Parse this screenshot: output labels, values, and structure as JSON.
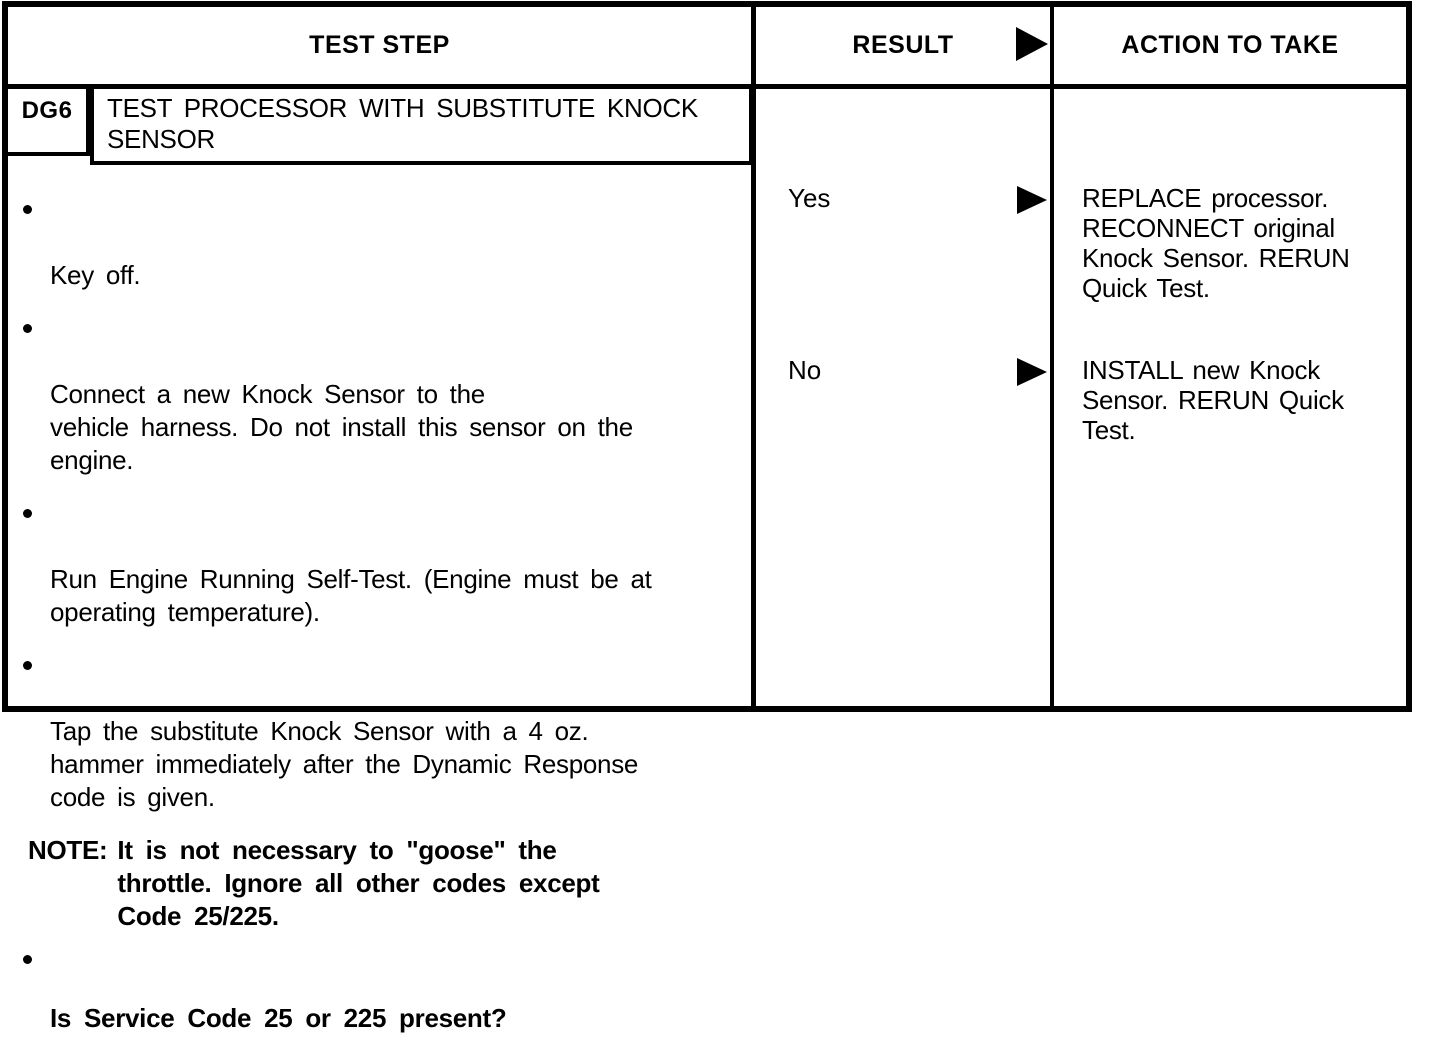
{
  "document": {
    "colors": {
      "ink": "#000000",
      "paper": "#ffffff"
    },
    "headers": {
      "test_step": "TEST STEP",
      "result": "RESULT",
      "action": "ACTION TO TAKE"
    },
    "step": {
      "id": "DG6",
      "title": "TEST PROCESSOR WITH SUBSTITUTE KNOCK\nSENSOR"
    },
    "test_step": {
      "bullets": [
        "Key off.",
        "Connect a new Knock Sensor to the\nvehicle harness. Do not install this sensor on the\nengine.",
        "Run Engine Running Self-Test. (Engine must be at\noperating temperature).",
        "Tap the substitute Knock Sensor with a 4 oz.\nhammer immediately after the Dynamic Response\ncode is given."
      ],
      "note_label": "NOTE:",
      "note_text": "It is not necessary to \"goose\" the\nthrottle. Ignore all other codes except\nCode 25/225.",
      "question": "Is Service Code 25 or 225 present?"
    },
    "rows": [
      {
        "result": "Yes",
        "action": "REPLACE processor.\nRECONNECT original\nKnock Sensor. RERUN\nQuick Test."
      },
      {
        "result": "No",
        "action": "INSTALL new Knock\nSensor. RERUN Quick\nTest."
      }
    ]
  }
}
